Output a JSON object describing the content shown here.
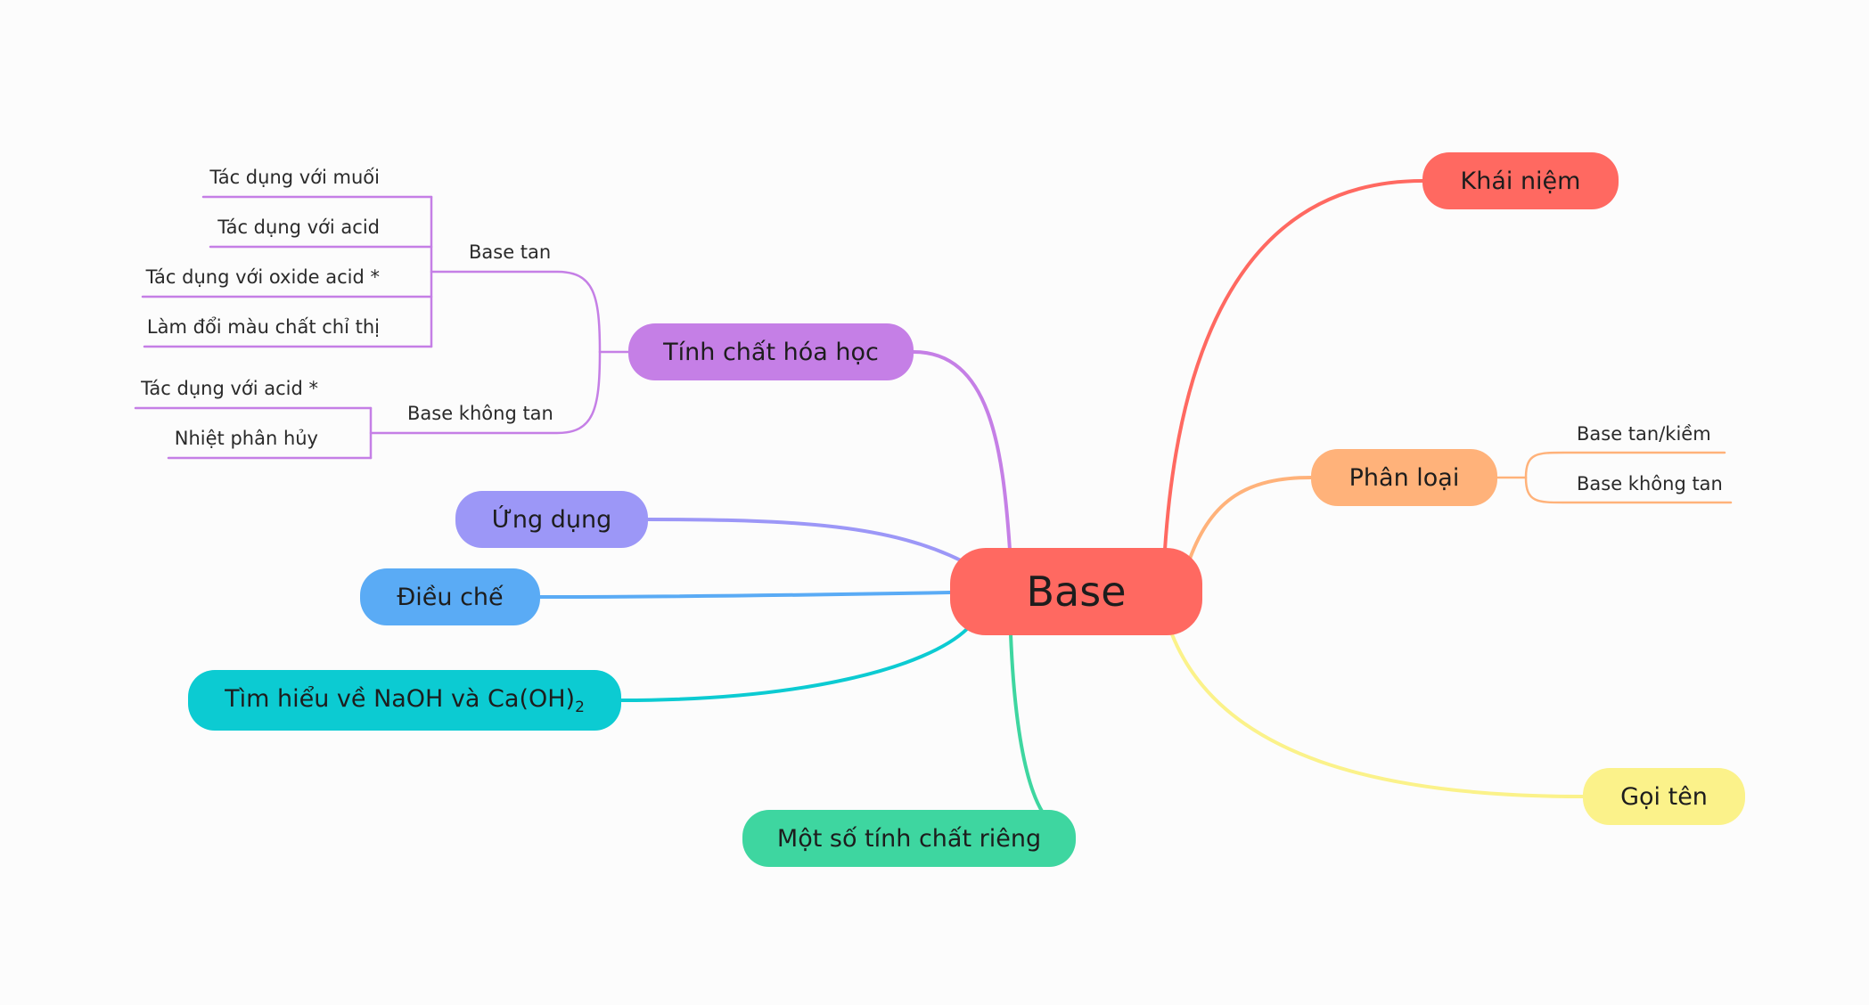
{
  "root": {
    "label": "Base",
    "color": "#ff6961"
  },
  "branches": {
    "khai_niem": {
      "label": "Khái niệm",
      "color": "#ff6961"
    },
    "phan_loai": {
      "label": "Phân loại",
      "color": "#ffb27a",
      "children": [
        "Base tan/kiềm",
        "Base không tan"
      ]
    },
    "goi_ten": {
      "label": "Gọi tên",
      "color": "#fbf28a"
    },
    "mot_so": {
      "label": "Một số tính chất riêng",
      "color": "#3ed6a0"
    },
    "tim_hieu": {
      "label": "Tìm hiểu về NaOH và Ca(OH)",
      "subscript": "2",
      "color": "#0ccbd2"
    },
    "dieu_che": {
      "label": "Điều chế",
      "color": "#5aabf5"
    },
    "ung_dung": {
      "label": "Ứng dụng",
      "color": "#9c97f7"
    },
    "tinh_chat": {
      "label": "Tính chất hóa học",
      "color": "#c57fe6",
      "base_tan": {
        "label": "Base tan",
        "children": [
          "Tác dụng với muối",
          "Tác dụng với acid",
          "Tác dụng với oxide acid *",
          "Làm đổi màu chất chỉ thị"
        ]
      },
      "base_khong_tan": {
        "label": "Base không tan",
        "children": [
          "Tác dụng với acid *",
          "Nhiệt phân hủy"
        ]
      }
    }
  }
}
